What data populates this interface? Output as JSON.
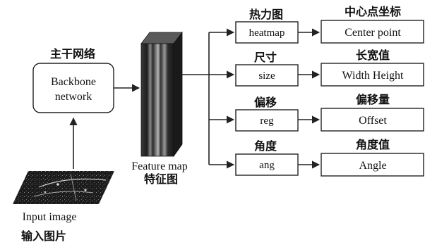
{
  "input": {
    "label_en": "Input image",
    "label_cn": "输入图片"
  },
  "backbone": {
    "title_cn": "主干网络",
    "line1": "Backbone",
    "line2": "network"
  },
  "feature_map": {
    "label_en": "Feature map",
    "label_cn": "特征图"
  },
  "branches": [
    {
      "cn": "热力图",
      "name": "heatmap",
      "out_cn": "中心点坐标",
      "out_en": "Center point"
    },
    {
      "cn": "尺寸",
      "name": "size",
      "out_cn": "长宽值",
      "out_en": "Width Height"
    },
    {
      "cn": "偏移",
      "name": "reg",
      "out_cn": "偏移量",
      "out_en": "Offset"
    },
    {
      "cn": "角度",
      "name": "ang",
      "out_cn": "角度值",
      "out_en": "Angle"
    }
  ]
}
